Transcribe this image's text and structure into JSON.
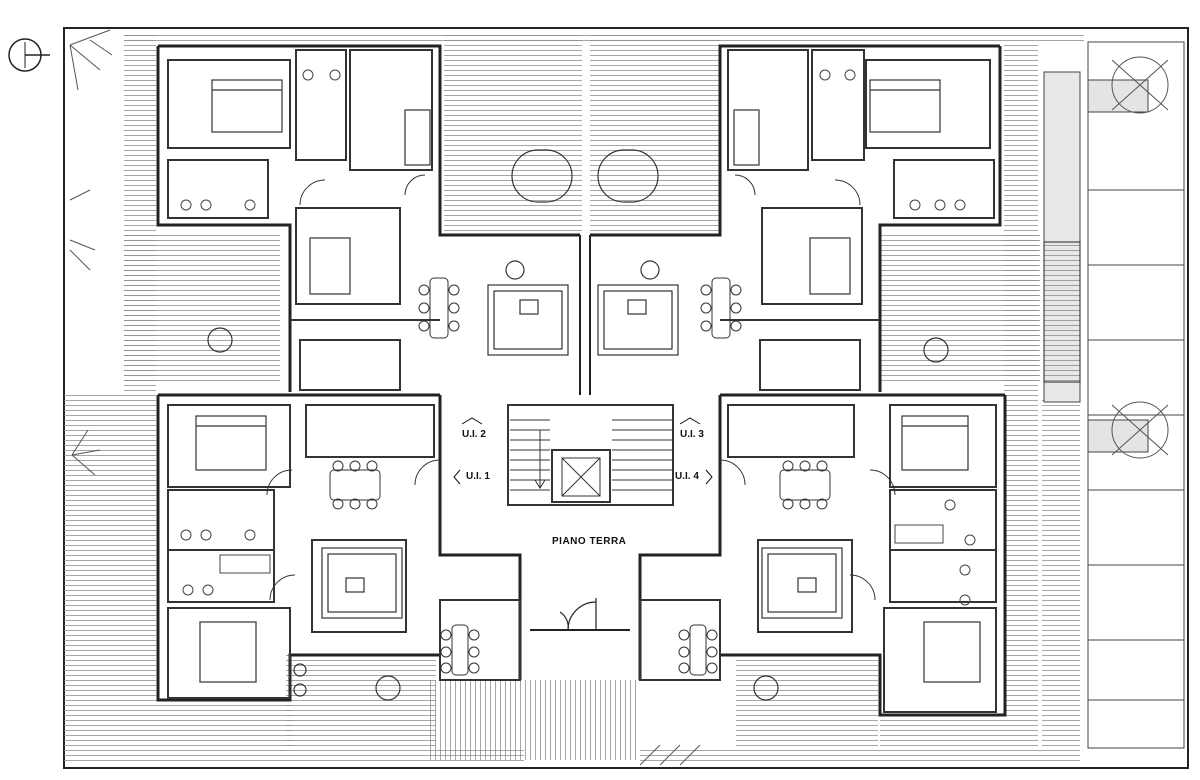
{
  "plan": {
    "floor_label": "PIANO TERRA",
    "units": [
      {
        "id": "ui1",
        "label": "U.I. 1"
      },
      {
        "id": "ui2",
        "label": "U.I. 2"
      },
      {
        "id": "ui3",
        "label": "U.I. 3"
      },
      {
        "id": "ui4",
        "label": "U.I. 4"
      }
    ]
  },
  "colors": {
    "line": "#222222",
    "hatch": "#9a9a9a",
    "paper": "#ffffff"
  }
}
